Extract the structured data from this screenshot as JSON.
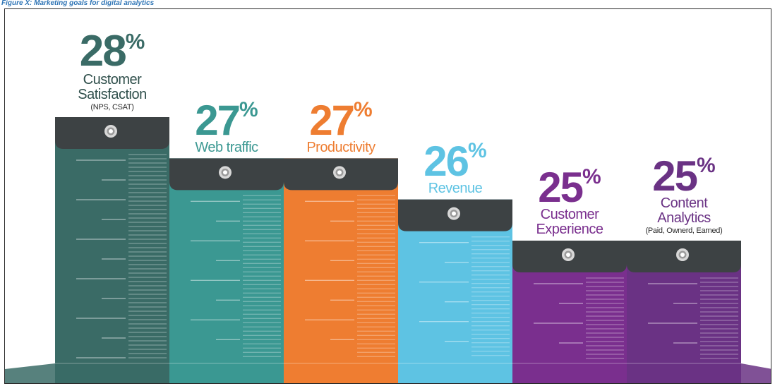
{
  "caption": "Figure X: Marketing goals for digital analytics",
  "chart_data": {
    "type": "bar",
    "title": "",
    "categories": [
      "Customer Satisfaction",
      "Web traffic",
      "Productivity",
      "Revenue",
      "Customer Experience",
      "Content Analytics"
    ],
    "values": [
      28,
      27,
      27,
      26,
      25,
      25
    ],
    "value_labels": [
      "28",
      "27",
      "27",
      "26",
      "25",
      "25"
    ],
    "value_suffix": "%",
    "category_lines": [
      [
        "Customer",
        "Satisfaction"
      ],
      [
        "Web traffic"
      ],
      [
        "Productivity"
      ],
      [
        "Revenue"
      ],
      [
        "Customer",
        "Experience"
      ],
      [
        "Content",
        "Analytics"
      ]
    ],
    "category_notes": [
      "(NPS, CSAT)",
      "",
      "",
      "",
      "",
      "(Paid, Ownerd, Earned)"
    ],
    "colors": [
      "#3a6b66",
      "#3b9892",
      "#ee7d31",
      "#5ec3e3",
      "#7a2f8e",
      "#6a3284"
    ],
    "cap_color": "#3d4244",
    "ylim": [
      25,
      28
    ],
    "grid": false,
    "legend": "none",
    "xlabel": "",
    "ylabel": ""
  }
}
